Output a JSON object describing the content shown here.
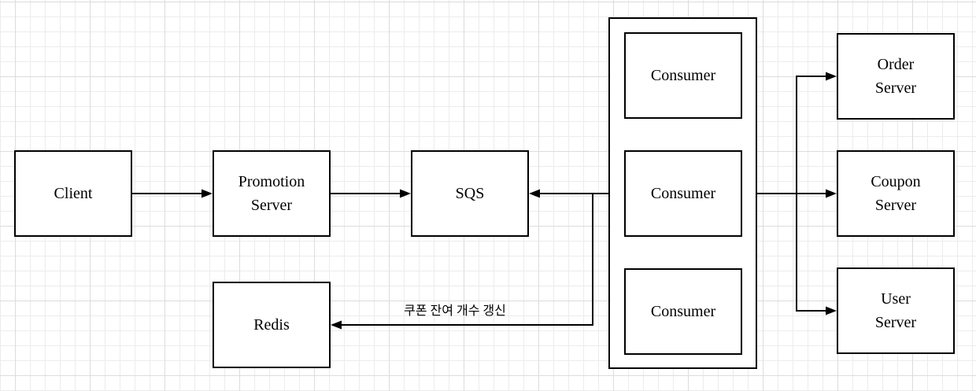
{
  "canvas": {
    "background": "#ffffff",
    "grid_minor_color": "#ececec",
    "grid_major_color": "#dcdcdc"
  },
  "diagram": {
    "nodes": {
      "client": {
        "label": "Client"
      },
      "promotion_server": {
        "label": "Promotion\nServer"
      },
      "sqs": {
        "label": "SQS"
      },
      "redis": {
        "label": "Redis"
      },
      "consumer_1": {
        "label": "Consumer"
      },
      "consumer_2": {
        "label": "Consumer"
      },
      "consumer_3": {
        "label": "Consumer"
      },
      "order_server": {
        "label": "Order\nServer"
      },
      "coupon_server": {
        "label": "Coupon\nServer"
      },
      "user_server": {
        "label": "User\nServer"
      }
    },
    "edge_labels": {
      "redis_update": "쿠폰 잔여 개수 갱신"
    },
    "colors": {
      "node_fill": "#ffffff",
      "node_border": "#000000",
      "connector": "#000000",
      "text": "#000000"
    }
  }
}
